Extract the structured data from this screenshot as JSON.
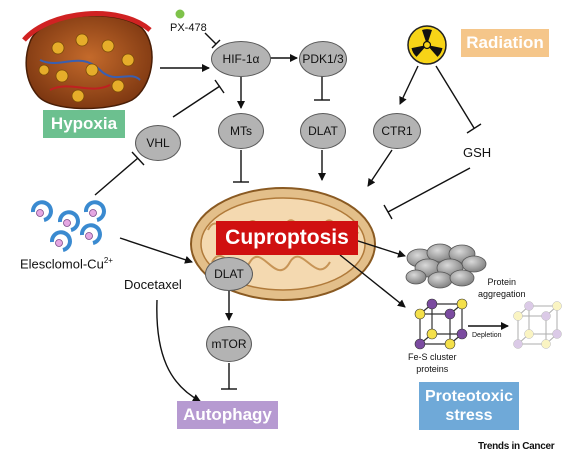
{
  "diagram": {
    "nodes": {
      "hif": "HIF-1α",
      "pdk": "PDK1/3",
      "mts": "MTs",
      "dlat_top": "DLAT",
      "ctr1": "CTR1",
      "vhl": "VHL",
      "dlat_mid": "DLAT",
      "mtor": "mTOR"
    },
    "labels": {
      "px478": "PX-478",
      "gsh": "GSH",
      "elesclomol": "Elesclomol-Cu",
      "elesclomol_sup": "2+",
      "docetaxel": "Docetaxel",
      "protein_aggregation_1": "Protein",
      "protein_aggregation_2": "aggregation",
      "depletion": "Depletion",
      "fes_1": "Fe-S cluster",
      "fes_2": "proteins"
    },
    "tags": {
      "hypoxia": "Hypoxia",
      "radiation": "Radiation",
      "cuproptosis": "Cuproptosis",
      "autophagy": "Autophagy",
      "proteotoxic_1": "Proteotoxic",
      "proteotoxic_2": "stress"
    },
    "footer": "Trends in Cancer",
    "colors": {
      "hypoxia": "#6cc08f",
      "radiation": "#f5c68a",
      "cuproptosis": "#d01010",
      "autophagy": "#b69ad1",
      "proteotoxic": "#6fa9d8",
      "node_fill": "#b3b3b3",
      "px478_dot": "#7ec24a",
      "mito_outer": "#e3bf8a",
      "mito_inner": "#f4d9b0"
    }
  }
}
